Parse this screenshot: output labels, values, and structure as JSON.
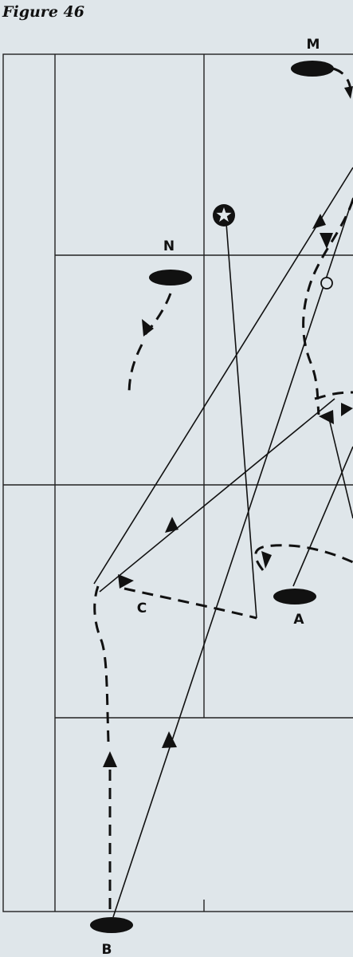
{
  "figure": {
    "title": "Figure 46"
  },
  "players": [
    {
      "id": "M",
      "label": "M"
    },
    {
      "id": "N",
      "label": "N"
    },
    {
      "id": "A",
      "label": "A"
    },
    {
      "id": "B",
      "label": "B"
    },
    {
      "id": "C",
      "label": "C"
    }
  ],
  "colors": {
    "background": "#dfe6ea",
    "court_lines": "#222222",
    "ink": "#111111"
  },
  "icons": {
    "target": "star-in-circle-icon",
    "ball_position": "open-circle-icon"
  }
}
